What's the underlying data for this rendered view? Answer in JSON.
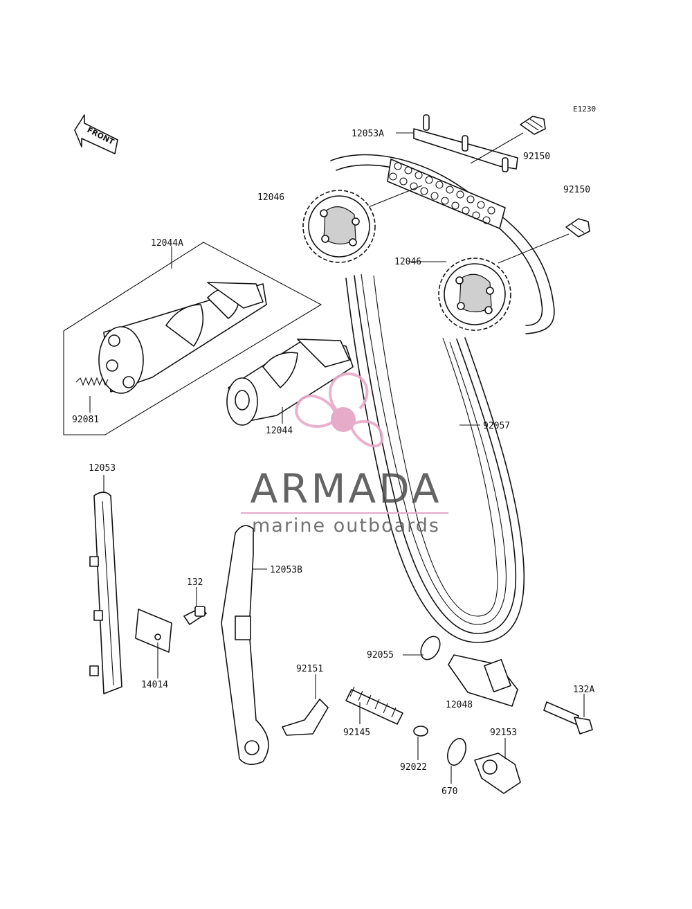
{
  "diagram": {
    "code": "E1230",
    "front_label": "FRONT",
    "parts": [
      {
        "id": "label-12053A",
        "text": "12053A"
      },
      {
        "id": "label-92150-a",
        "text": "92150"
      },
      {
        "id": "label-92150-b",
        "text": "92150"
      },
      {
        "id": "label-12046-a",
        "text": "12046"
      },
      {
        "id": "label-12046-b",
        "text": "12046"
      },
      {
        "id": "label-12044A",
        "text": "12044A"
      },
      {
        "id": "label-92081",
        "text": "92081"
      },
      {
        "id": "label-12044",
        "text": "12044"
      },
      {
        "id": "label-92057",
        "text": "92057"
      },
      {
        "id": "label-12053",
        "text": "12053"
      },
      {
        "id": "label-12053B",
        "text": "12053B"
      },
      {
        "id": "label-132",
        "text": "132"
      },
      {
        "id": "label-14014",
        "text": "14014"
      },
      {
        "id": "label-92055",
        "text": "92055"
      },
      {
        "id": "label-92151",
        "text": "92151"
      },
      {
        "id": "label-12048",
        "text": "12048"
      },
      {
        "id": "label-132A",
        "text": "132A"
      },
      {
        "id": "label-92145",
        "text": "92145"
      },
      {
        "id": "label-92153",
        "text": "92153"
      },
      {
        "id": "label-92022",
        "text": "92022"
      },
      {
        "id": "label-670",
        "text": "670"
      }
    ]
  },
  "watermark": {
    "title": "ARMADA",
    "subtitle": "marine outboards",
    "logo_color": "#e8a9c8",
    "logo_center_color": "#e3a3c3"
  }
}
